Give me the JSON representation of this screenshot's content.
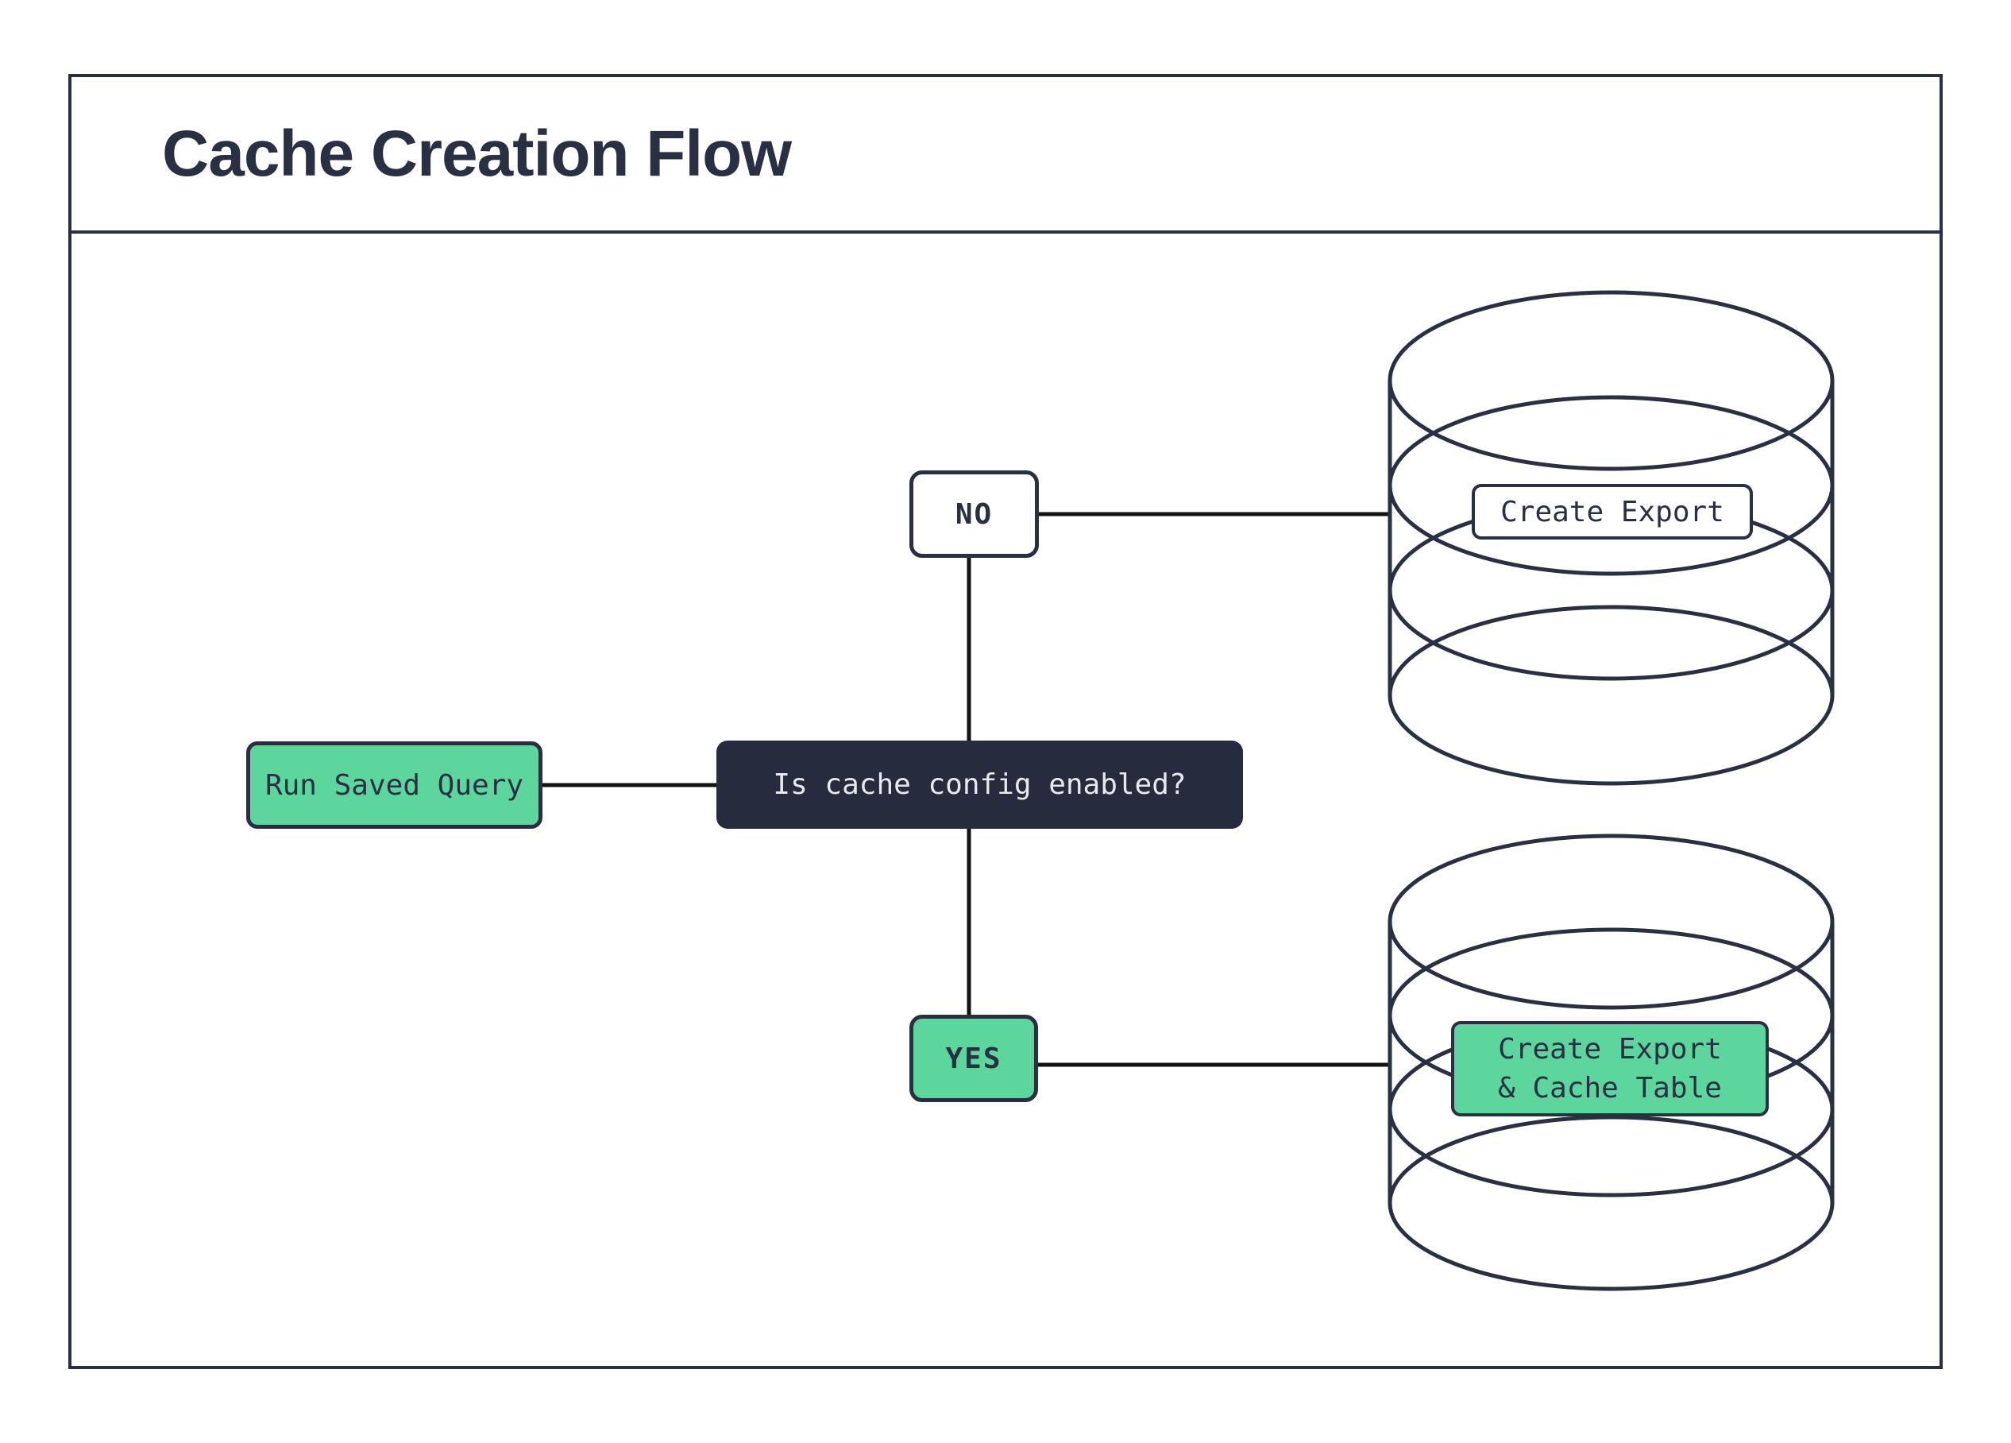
{
  "title": "Cache Creation Flow",
  "colors": {
    "accent_green": "#5cd69c",
    "ink_navy": "#2a3044",
    "dark_fill": "#262c3d",
    "light_text": "#e8e9ec",
    "connector": "#121212",
    "canvas_bg": "#ffffff"
  },
  "nodes": {
    "start": {
      "label": "Run Saved Query"
    },
    "decision": {
      "label": "Is cache config enabled?"
    },
    "branch_no": {
      "label": "NO"
    },
    "branch_yes": {
      "label": "YES"
    },
    "export_db_label": {
      "label": "Create Export"
    },
    "cache_db_label": {
      "lines": [
        "Create Export",
        "& Cache Table"
      ]
    }
  }
}
